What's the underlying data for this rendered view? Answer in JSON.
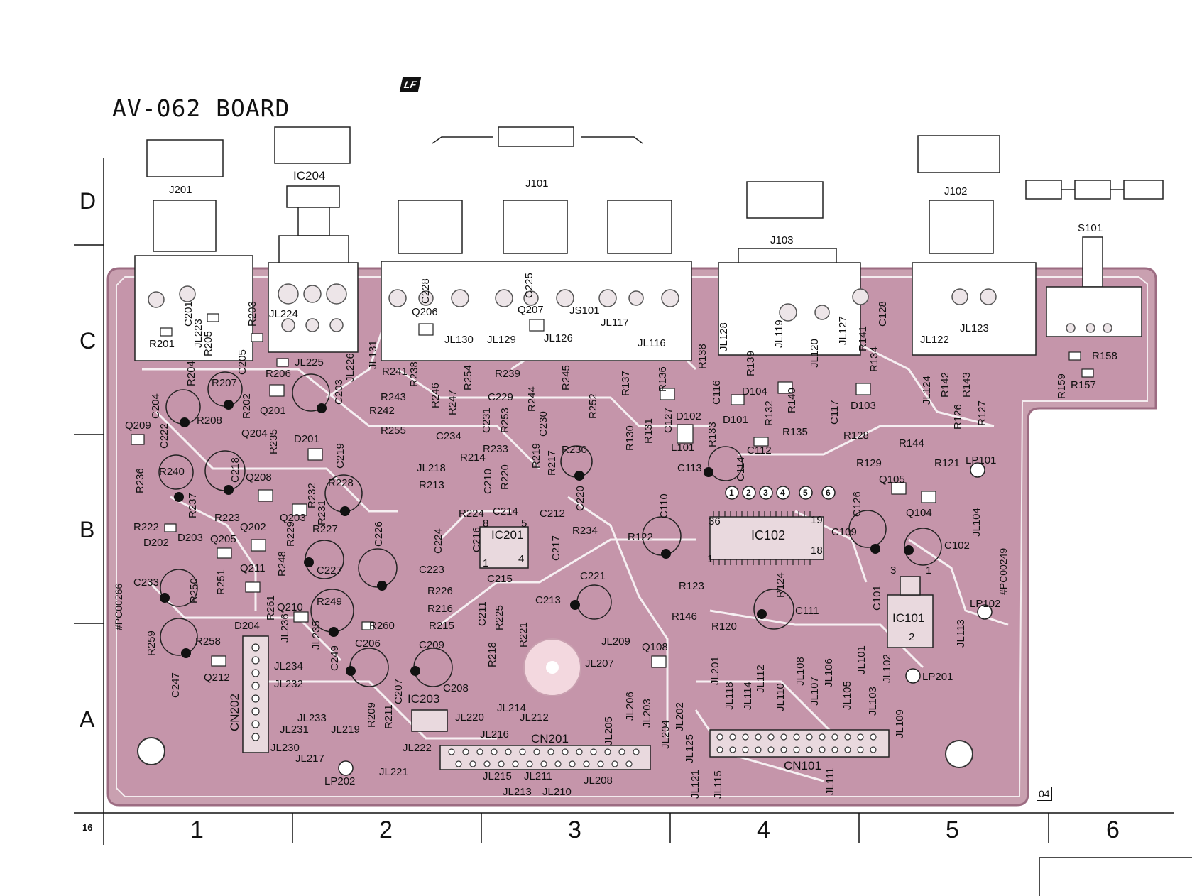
{
  "board": {
    "title": "AV-062 BOARD",
    "page_number": "16",
    "revision_badge": "04",
    "logo_text": "LF"
  },
  "grid": {
    "rows": [
      "D",
      "C",
      "B",
      "A"
    ],
    "columns": [
      "1",
      "2",
      "3",
      "4",
      "5",
      "6"
    ]
  },
  "connectors": {
    "j201": "J201",
    "ic204": "IC204",
    "j101": "J101",
    "j103": "J103",
    "j102": "J102",
    "s101": "S101",
    "cn202": "CN202",
    "cn201": "CN201",
    "cn101": "CN101"
  },
  "ics": {
    "ic201": "IC201",
    "ic102": "IC102",
    "ic101": "IC101",
    "ic203": "IC203"
  },
  "ic102_pins": {
    "p36": "36",
    "p19": "19",
    "p1": "1",
    "p18": "18"
  },
  "ic101_pins": {
    "p3": "3",
    "p1": "1",
    "p2": "2"
  },
  "ic201_pins": {
    "p8": "8",
    "p5": "5",
    "p1": "1",
    "p4": "4"
  },
  "test_points": [
    "1",
    "2",
    "3",
    "4",
    "5",
    "6"
  ],
  "side_labels": {
    "left": "#PC00266",
    "right": "#PC00249"
  },
  "components": {
    "r201": "R201",
    "c201": "C201",
    "jl223": "JL223",
    "r205": "R205",
    "r203": "R203",
    "jl224": "JL224",
    "c205": "C205",
    "r206": "R206",
    "jl225": "JL225",
    "jl226": "JL226",
    "c203": "C203",
    "r204": "R204",
    "r207": "R207",
    "c204": "C204",
    "r208": "R208",
    "r202": "R202",
    "q201": "Q201",
    "q209": "Q209",
    "c222": "C222",
    "q204": "Q204",
    "d201": "D201",
    "c219": "C219",
    "r235": "R235",
    "c218": "C218",
    "r236": "R236",
    "r240": "R240",
    "q208": "Q208",
    "r228": "R228",
    "r232": "R232",
    "r237": "R237",
    "r223": "R223",
    "q203": "Q203",
    "r231": "R231",
    "r222": "R222",
    "q202": "Q202",
    "r227": "R227",
    "d202": "D202",
    "d203": "D203",
    "q205": "Q205",
    "r229": "R229",
    "c226": "C226",
    "c227": "C227",
    "q211": "Q211",
    "r248": "R248",
    "c233": "C233",
    "r250": "R250",
    "r251": "R251",
    "r249": "R249",
    "d204": "D204",
    "r261": "R261",
    "q210": "Q210",
    "r260": "R260",
    "r259": "R259",
    "r258": "R258",
    "jl236": "JL236",
    "jl235": "JL235",
    "c249": "C249",
    "c206": "C206",
    "c209": "C209",
    "c247": "C247",
    "q212": "Q212",
    "jl234": "JL234",
    "c207": "C207",
    "c208": "C208",
    "jl232": "JL232",
    "ic203": "IC203",
    "jl233": "JL233",
    "r209": "R209",
    "r211": "R211",
    "jl219": "JL219",
    "jl231": "JL231",
    "jl230": "JL230",
    "jl217": "JL217",
    "jl222": "JL222",
    "lp202": "LP202",
    "jl221": "JL221",
    "jl220": "JL220",
    "jl216": "JL216",
    "jl214": "JL214",
    "jl212": "JL212",
    "jl215": "JL215",
    "jl211": "JL211",
    "jl208": "JL208",
    "jl213": "JL213",
    "jl210": "JL210",
    "c228": "C228",
    "q206": "Q206",
    "c225": "C225",
    "q207": "Q207",
    "js101": "JS101",
    "jl117": "JL117",
    "jl130": "JL130",
    "jl129": "JL129",
    "jl126": "JL126",
    "jl116": "JL116",
    "jl131": "JL131",
    "r241": "R241",
    "r238": "R238",
    "r254": "R254",
    "r243": "R243",
    "r246": "R246",
    "r247": "R247",
    "c229": "C229",
    "r239": "R239",
    "r244": "R244",
    "r245": "R245",
    "r242": "R242",
    "c231": "C231",
    "r253": "R253",
    "c230": "C230",
    "r252": "R252",
    "r255": "R255",
    "c234": "C234",
    "r233": "R233",
    "r230": "R230",
    "r219": "R219",
    "r214": "R214",
    "jl218": "JL218",
    "r217": "R217",
    "r213": "R213",
    "c210": "C210",
    "r220": "R220",
    "c220": "C220",
    "r224": "R224",
    "c214": "C214",
    "c212": "C212",
    "c224": "C224",
    "c216": "C216",
    "r234": "R234",
    "c217": "C217",
    "c223": "C223",
    "c215": "C215",
    "c221": "C221",
    "r226": "R226",
    "c213": "C213",
    "r216": "R216",
    "c211": "C211",
    "r225": "R225",
    "r215": "R215",
    "r221": "R221",
    "r218": "R218",
    "jl209": "JL209",
    "q108": "Q108",
    "jl207": "JL207",
    "jl206": "JL206",
    "jl203": "JL203",
    "jl205": "JL205",
    "jl204": "JL204",
    "jl202": "JL202",
    "r138": "R138",
    "r137": "R137",
    "r136": "R136",
    "c127": "C127",
    "d102": "D102",
    "r130": "R130",
    "r131": "R131",
    "l101": "L101",
    "r133": "R133",
    "c116": "C116",
    "jl128": "JL128",
    "r139": "R139",
    "jl119": "JL119",
    "jl120": "JL120",
    "jl127": "JL127",
    "r141": "R141",
    "c128": "C128",
    "r134": "R134",
    "d104": "D104",
    "d101": "D101",
    "r132": "R132",
    "r140": "R140",
    "c117": "C117",
    "d103": "D103",
    "r135": "R135",
    "c112": "C112",
    "c113": "C113",
    "c114": "C114",
    "c110": "C110",
    "r122": "R122",
    "r123": "R123",
    "r146": "R146",
    "r120": "R120",
    "r124": "R124",
    "c111": "C111",
    "jl201": "JL201",
    "jl118": "JL118",
    "jl114": "JL114",
    "jl112": "JL112",
    "jl110": "JL110",
    "jl108": "JL108",
    "jl107": "JL107",
    "jl106": "JL106",
    "jl105": "JL105",
    "jl103": "JL103",
    "jl101": "JL101",
    "jl102": "JL102",
    "jl109": "JL109",
    "jl125": "JL125",
    "jl121": "JL121",
    "jl115": "JL115",
    "jl111": "JL111",
    "jl122": "JL122",
    "jl123": "JL123",
    "jl124": "JL124",
    "r142": "R142",
    "r143": "R143",
    "r126": "R126",
    "r127": "R127",
    "r128": "R128",
    "r144": "R144",
    "r129": "R129",
    "r121": "R121",
    "q105": "Q105",
    "q104": "Q104",
    "c126": "C126",
    "c109": "C109",
    "c102": "C102",
    "c101": "C101",
    "lp101": "LP101",
    "jl104": "JL104",
    "lp102": "LP102",
    "jl113": "JL113",
    "lp201": "LP201",
    "r158": "R158",
    "r159": "R159",
    "r157": "R157"
  },
  "colors": {
    "board_fill": "#c9a0b0",
    "board_edge": "#b98aa0",
    "trace": "#ffffff",
    "pad": "#e9e2e4",
    "ink": "#111111"
  }
}
